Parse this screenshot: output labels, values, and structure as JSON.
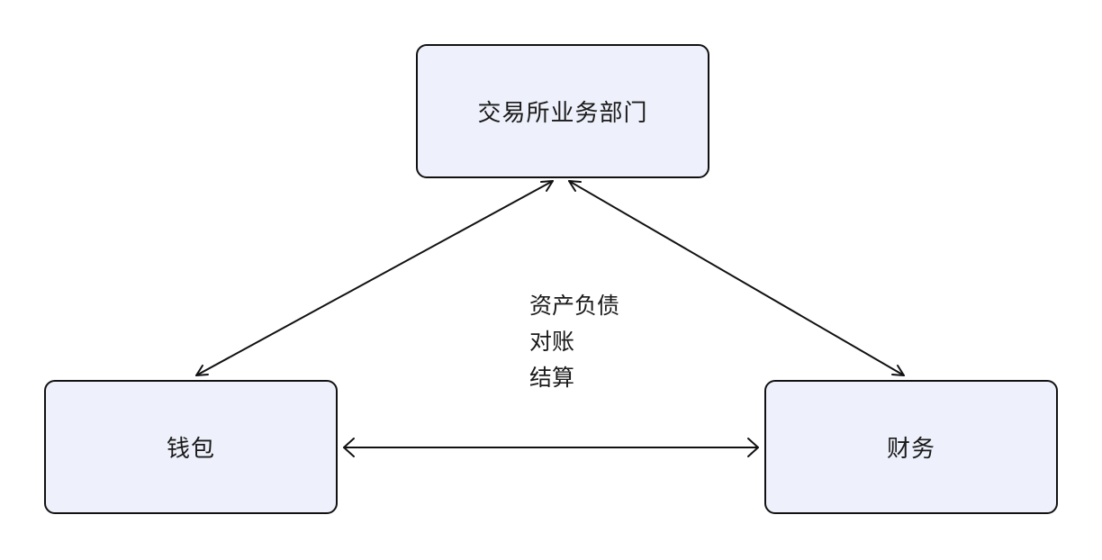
{
  "nodes": {
    "exchange": {
      "label": "交易所业务部门"
    },
    "wallet": {
      "label": "钱包"
    },
    "finance": {
      "label": "财务"
    }
  },
  "edges": [
    {
      "from": "exchange",
      "to": "wallet",
      "direction": "bidirectional"
    },
    {
      "from": "exchange",
      "to": "finance",
      "direction": "bidirectional"
    },
    {
      "from": "wallet",
      "to": "finance",
      "direction": "bidirectional"
    }
  ],
  "annotation": {
    "lines": [
      "资产负债",
      "对账",
      "结算"
    ]
  },
  "colors": {
    "node_fill": "#eef1fb",
    "node_border": "#111111",
    "edge": "#111111",
    "text": "#1a1a1a"
  }
}
